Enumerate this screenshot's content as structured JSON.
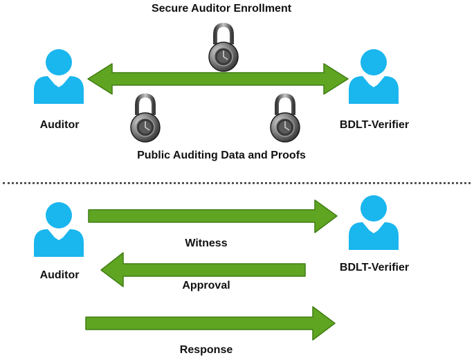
{
  "colors": {
    "person": "#1ab6ee",
    "arrow": "#5fa522",
    "arrow_edge": "#3f7d12",
    "lock_dark": "#2d2d2d",
    "lock_light": "#b5b5b5"
  },
  "top": {
    "title": "Secure Auditor Enrollment",
    "left_actor": "Auditor",
    "right_actor": "BDLT-Verifier",
    "caption": "Public Auditing Data and Proofs",
    "icons": [
      "person-icon",
      "padlock-icon",
      "double-arrow-icon"
    ]
  },
  "bottom": {
    "left_actor": "Auditor",
    "right_actor": "BDLT-Verifier",
    "messages": [
      {
        "label": "Witness",
        "direction": "right"
      },
      {
        "label": "Approval",
        "direction": "left"
      },
      {
        "label": "Response",
        "direction": "right"
      }
    ]
  }
}
